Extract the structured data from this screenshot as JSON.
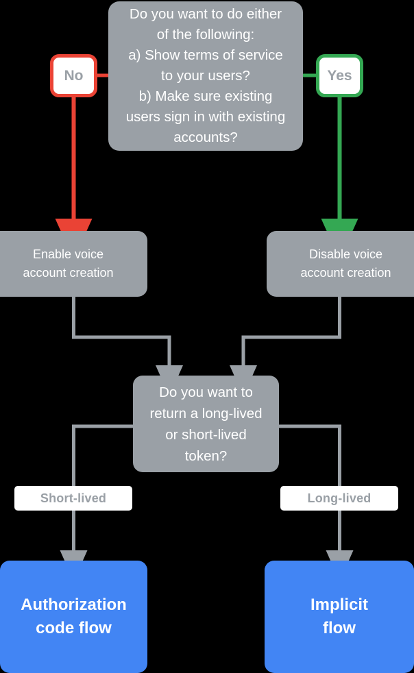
{
  "diagram": {
    "title": "Voice account linking flow decision chart",
    "background_color": "#000000",
    "colors": {
      "process_gray": "#9aa0a6",
      "terminal_blue": "#4285f4",
      "no_red": "#ea4335",
      "yes_green": "#34a853",
      "label_white": "#ffffff"
    },
    "decision_top": {
      "lines": [
        "Do you want to do either",
        "of the following:",
        "a) Show terms of service",
        "to your users?",
        "b) Make sure existing",
        "users sign in with existing",
        "accounts?"
      ]
    },
    "branch_no": {
      "label": "No"
    },
    "branch_yes": {
      "label": "Yes"
    },
    "process_left": {
      "lines": [
        "Enable voice",
        "account creation"
      ]
    },
    "process_right": {
      "lines": [
        "Disable voice",
        "account creation"
      ]
    },
    "decision_mid": {
      "lines": [
        "Do you want to",
        "return a long-lived",
        "or short-lived",
        "token?"
      ]
    },
    "label_short": {
      "text": "Short-lived"
    },
    "label_long": {
      "text": "Long-lived"
    },
    "terminal_left": {
      "lines": [
        "Authorization",
        "code flow"
      ]
    },
    "terminal_right": {
      "lines": [
        "Implicit",
        "flow"
      ]
    }
  }
}
